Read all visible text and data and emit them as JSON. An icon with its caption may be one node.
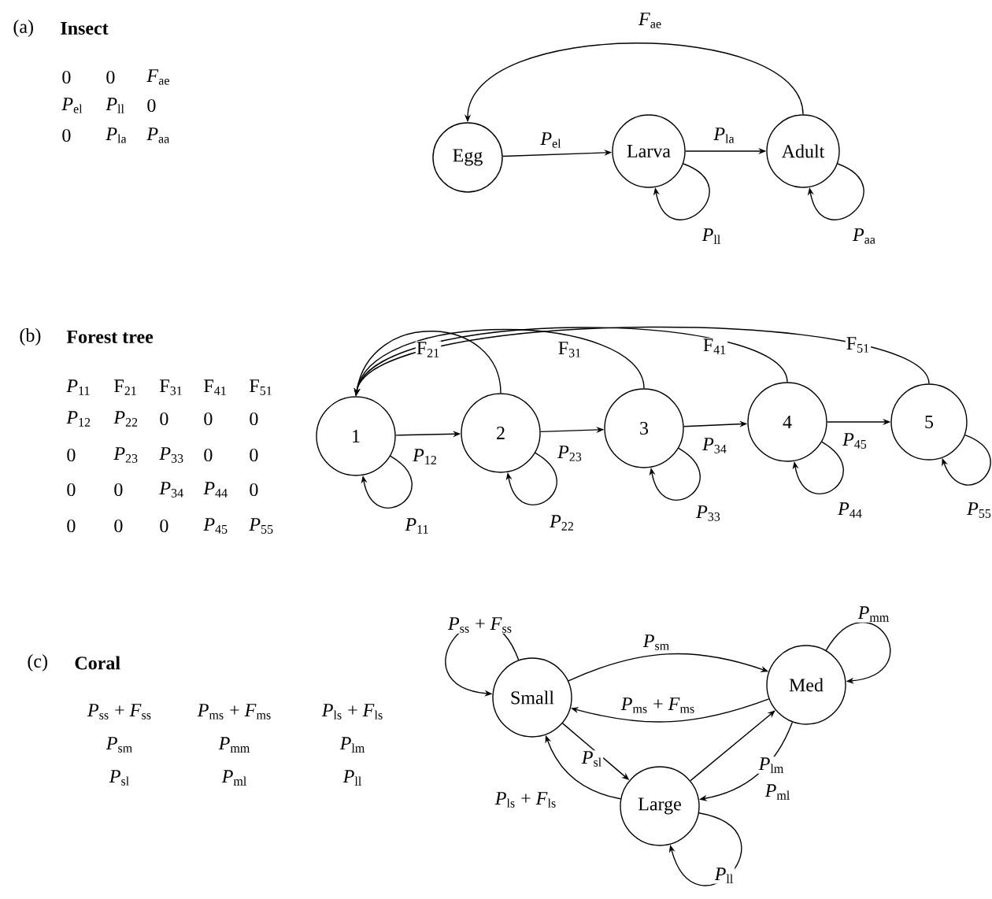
{
  "diagram": {
    "nodes": [
      {
        "text": [
          "Egg"
        ]
      },
      {
        "text": [
          "Larva"
        ]
      },
      {
        "text": [
          "Adult"
        ]
      },
      {
        "text": [
          "1"
        ]
      },
      {
        "text": [
          "2"
        ]
      },
      {
        "text": [
          "3"
        ]
      },
      {
        "text": [
          "4"
        ]
      },
      {
        "text": [
          "5"
        ]
      },
      {
        "text": [
          "Small"
        ]
      },
      {
        "text": [
          "Med"
        ]
      },
      {
        "text": [
          "Large"
        ]
      }
    ],
    "edges": [
      {
        "from": 0,
        "to": 1,
        "arrow": "to",
        "label": "*P*$_{el}$"
      },
      {
        "from": 1,
        "to": 2,
        "arrow": "to",
        "label": "*P*$_{la}$"
      },
      {
        "from": 2,
        "to": 0,
        "arrow": "to",
        "label": "*F*$_{ae}$"
      },
      {
        "from": 1,
        "to": 1,
        "arrow": "to",
        "label": "*P*$_{ll}$"
      },
      {
        "from": 2,
        "to": 2,
        "arrow": "to",
        "label": "*P*$_{aa}$"
      },
      {
        "from": 3,
        "to": 4,
        "arrow": "to",
        "label": "*P*$_{12}$"
      },
      {
        "from": 4,
        "to": 5,
        "arrow": "to",
        "label": "*P*$_{23}$"
      },
      {
        "from": 5,
        "to": 6,
        "arrow": "to",
        "label": "*P*$_{34}$"
      },
      {
        "from": 6,
        "to": 7,
        "arrow": "to",
        "label": "*P*$_{45}$"
      },
      {
        "from": 3,
        "to": 3,
        "arrow": "to",
        "label": "*P*$_{11}$"
      },
      {
        "from": 4,
        "to": 4,
        "arrow": "to",
        "label": "*P*$_{22}$"
      },
      {
        "from": 5,
        "to": 5,
        "arrow": "to",
        "label": "*P*$_{33}$"
      },
      {
        "from": 6,
        "to": 6,
        "arrow": "to",
        "label": "*P*$_{44}$"
      },
      {
        "from": 7,
        "to": 7,
        "arrow": "to",
        "label": "*P*$_{55}$"
      },
      {
        "from": 4,
        "to": 3,
        "arrow": "to",
        "label": "F$_{21}$"
      },
      {
        "from": 5,
        "to": 3,
        "arrow": "to",
        "label": "F$_{31}$"
      },
      {
        "from": 6,
        "to": 3,
        "arrow": "to",
        "label": "F$_{41}$"
      },
      {
        "from": 7,
        "to": 3,
        "arrow": "to",
        "label": "F$_{51}$"
      },
      {
        "from": 8,
        "to": 8,
        "arrow": "to",
        "label": "*P*$_{ss}$ + *F*$_{ss}$"
      },
      {
        "from": 8,
        "to": 9,
        "arrow": "to",
        "label": "*P*$_{sm}$"
      },
      {
        "from": 9,
        "to": 8,
        "arrow": "to",
        "label": "*P*$_{ms}$ + *F*$_{ms}$"
      },
      {
        "from": 9,
        "to": 9,
        "arrow": "to",
        "label": "*P*$_{mm}$"
      },
      {
        "from": 8,
        "to": 10,
        "arrow": "to",
        "label": "*P*$_{sl}$"
      },
      {
        "from": 10,
        "to": 8,
        "arrow": "to",
        "label": "*P*$_{ls}$ + *F*$_{ls}$"
      },
      {
        "from": 10,
        "to": 9,
        "arrow": "to",
        "label": "*P*$_{lm}$"
      },
      {
        "from": 9,
        "to": 10,
        "arrow": "to",
        "label": "*P*$_{ml}$"
      },
      {
        "from": 10,
        "to": 10,
        "arrow": "to",
        "label": "*P*$_{ll}$"
      }
    ],
    "labels": [
      "(a)",
      "Insect",
      "0",
      "0",
      "*F*$_{ae}$",
      "*P*$_{el}$",
      "*P*$_{ll}$",
      "0",
      "0",
      "*P*$_{la}$",
      "*P*$_{aa}$",
      "(b)",
      "Forest tree",
      "*P*$_{11}$",
      "F$_{21}$",
      "F$_{31}$",
      "F$_{41}$",
      "F$_{51}$",
      "*P*$_{12}$",
      "*P*$_{22}$",
      "0",
      "0",
      "0",
      "0",
      "*P*$_{23}$",
      "*P*$_{33}$",
      "0",
      "0",
      "0",
      "0",
      "*P*$_{34}$",
      "*P*$_{44}$",
      "0",
      "0",
      "0",
      "0",
      "*P*$_{45}$",
      "*P*$_{55}$",
      "(c)",
      "Coral",
      "*P*$_{ss}$ + *F*$_{ss}$",
      "*P*$_{ms}$ + *F*$_{ms}$",
      "*P*$_{ls}$ + *F*$_{ls}$",
      "*P*$_{sm}$",
      "*P*$_{mm}$",
      "*P*$_{lm}$",
      "*P*$_{sl}$",
      "*P*$_{ml}$",
      "*P*$_{ll}$"
    ]
  }
}
